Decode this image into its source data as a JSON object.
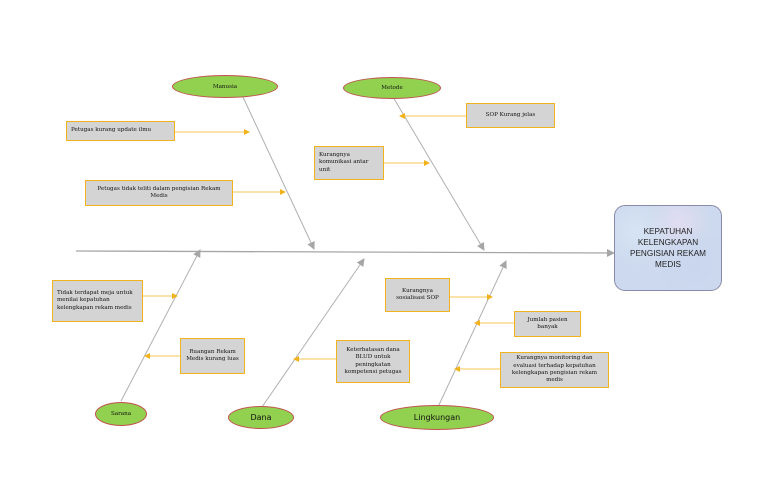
{
  "effect": "KEPATUHAN KELENGKAPAN PENGISIAN REKAM MEDIS",
  "categories": {
    "manusia": "Manusia",
    "metode": "Metode",
    "sarana": "Sarana",
    "dana": "Dana",
    "lingkungan": "Lingkungan"
  },
  "causes": {
    "manusia_1": "Petugas kurang update ilmu",
    "manusia_2": "Petugas tidak teliti dalam pengisian Rekam Medis",
    "metode_1": "SOP Kurang jelas",
    "metode_2": "Kurangnya komunikasi antar unit",
    "sarana_1": "Tidak terdapat meja untuk menilai kepatuhan kelengkapan rekam medis",
    "sarana_2": "Ruangan Rekam Medis kurang luas",
    "dana_1": "Keterbatasan dana BLUD untuk peningkatan kompetensi petugas",
    "lingkungan_1": "Kurangnya sosialisasi SOP",
    "lingkungan_2": "Jumlah pasien banyak",
    "lingkungan_3": "Kurangnya monitoring dan evaluasi terhadap kepatuhan kelengkapan pengisian rekam medis"
  },
  "colors": {
    "oval_fill": "#92d050",
    "oval_border": "#c0504d",
    "box_fill": "#d4d4d4",
    "box_border": "#f2b21b",
    "arrow_cause": "#f2b21b",
    "spine": "#a6a6a6"
  }
}
